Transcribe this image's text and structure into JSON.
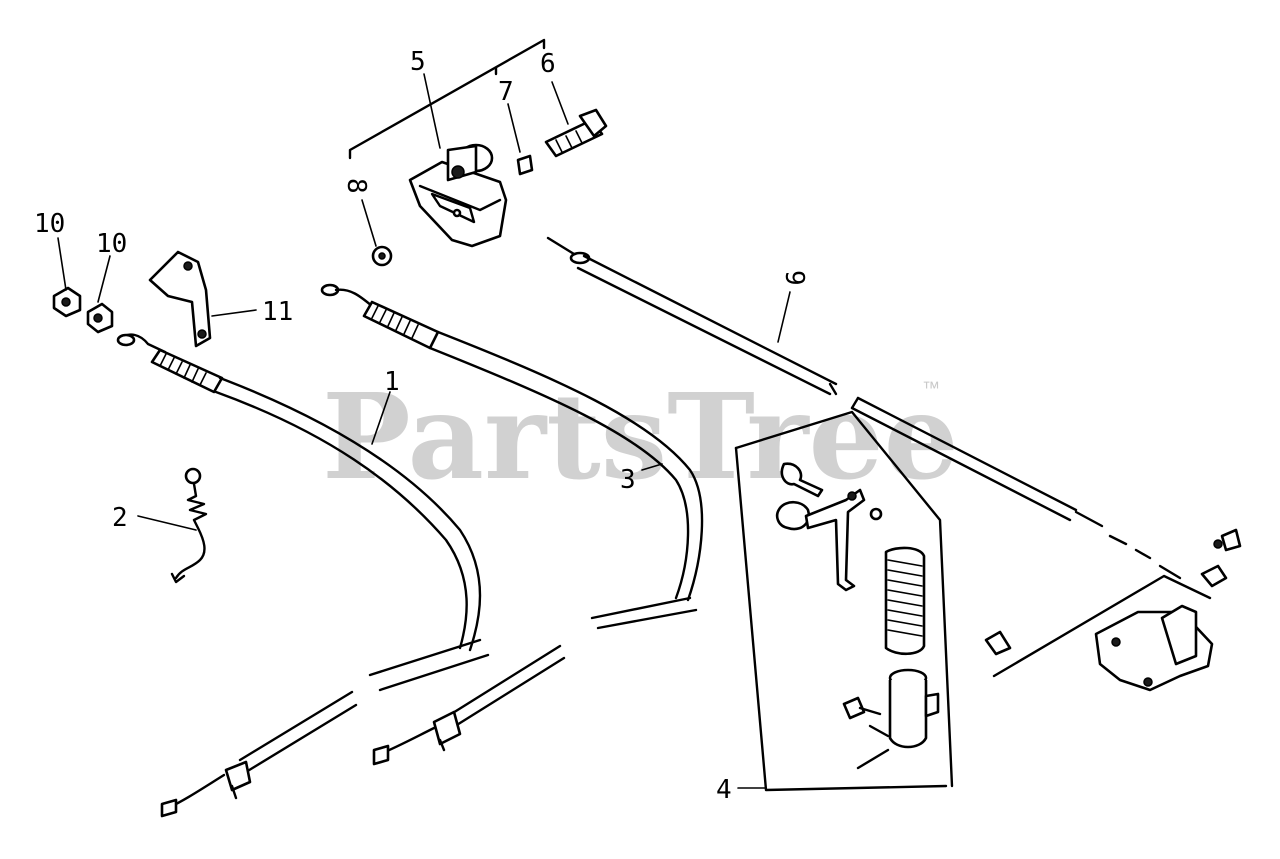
{
  "watermark": {
    "text": "PartsTree",
    "mark": "™"
  },
  "callouts": [
    {
      "id": "c1",
      "label": "1"
    },
    {
      "id": "c2",
      "label": "2"
    },
    {
      "id": "c3",
      "label": "3"
    },
    {
      "id": "c4",
      "label": "4"
    },
    {
      "id": "c5",
      "label": "5"
    },
    {
      "id": "c6",
      "label": "6"
    },
    {
      "id": "c7",
      "label": "7"
    },
    {
      "id": "c8",
      "label": "8"
    },
    {
      "id": "c9",
      "label": "9"
    },
    {
      "id": "c10a",
      "label": "10"
    },
    {
      "id": "c10b",
      "label": "10"
    },
    {
      "id": "c11",
      "label": "11"
    }
  ]
}
